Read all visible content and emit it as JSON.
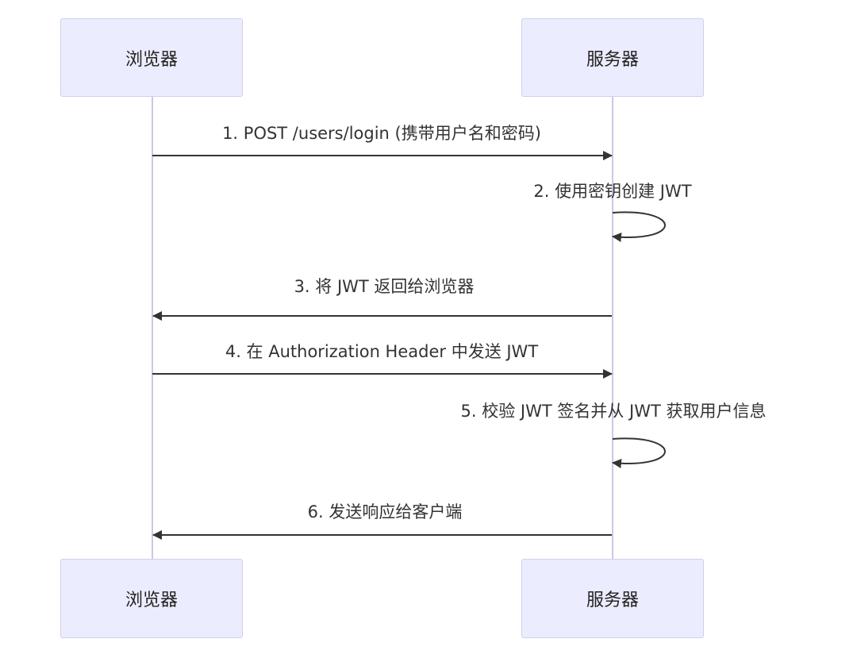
{
  "participants": {
    "browser": "浏览器",
    "server": "服务器"
  },
  "messages": [
    "1. POST /users/login (携带用户名和密码)",
    "2. 使用密钥创建 JWT",
    "3. 将 JWT 返回给浏览器",
    "4. 在 Authorization Header 中发送 JWT",
    "5. 校验 JWT 签名并从 JWT 获取用户信息",
    "6. 发送响应给客户端"
  ],
  "colors": {
    "actor_fill": "#ececff",
    "actor_border": "#cfcff0",
    "lifeline": "#c9c9e8",
    "arrow": "#333333"
  }
}
